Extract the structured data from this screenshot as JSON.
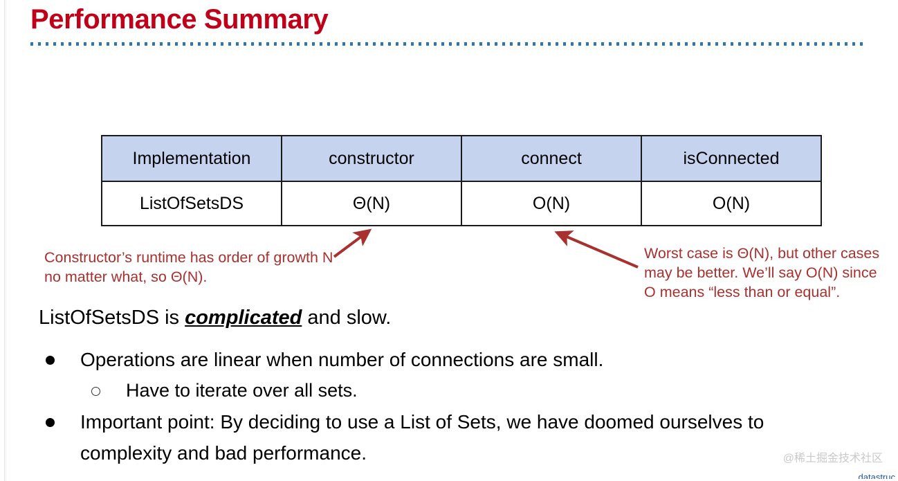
{
  "slide": {
    "title": "Performance Summary",
    "title_color": "#c00018",
    "rule_color": "#2e75b6",
    "background": "#ffffff"
  },
  "table": {
    "header_fill": "#c5d3ef",
    "border_color": "#1a1a1a",
    "columns": [
      "Implementation",
      "constructor",
      "connect",
      "isConnected"
    ],
    "rows": [
      [
        "ListOfSetsDS",
        "Θ(N)",
        "O(N)",
        "O(N)"
      ]
    ]
  },
  "annotations": {
    "color": "#a8302e",
    "left": "Constructor’s runtime has order of growth N no matter what, so Θ(N).",
    "right": "Worst case is Θ(N), but other cases may be better. We’ll say O(N) since O means “less than or equal”."
  },
  "body": {
    "lead_prefix": "ListOfSetsDS is ",
    "lead_emphasis": "complicated",
    "lead_suffix": " and slow.",
    "bullets": [
      {
        "level": 1,
        "marker": "filled-bullet",
        "text": "Operations are linear when number of connections are small."
      },
      {
        "level": 2,
        "marker": "hollow-bullet",
        "text": "Have to iterate over all sets."
      },
      {
        "level": 1,
        "marker": "filled-bullet",
        "text": "Important point: By deciding to use a List of Sets, we have doomed ourselves to complexity and bad performance."
      }
    ]
  },
  "watermark": {
    "text": "@稀土掘金技术社区",
    "footer_fragment": "datastruc"
  }
}
